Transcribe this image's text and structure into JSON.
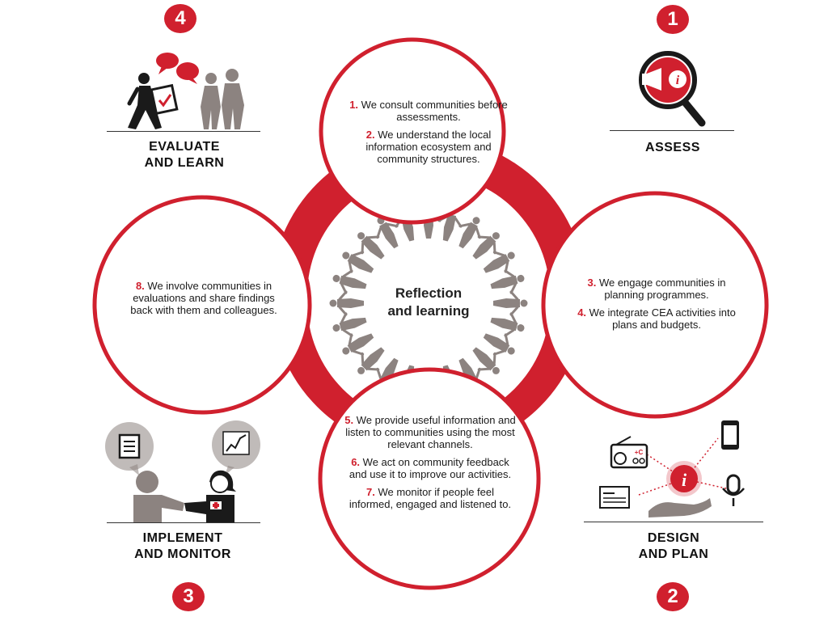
{
  "colors": {
    "accent": "#d0202e",
    "figure_gray": "#8c8380",
    "dark": "#1a1a1a"
  },
  "center": {
    "line1": "Reflection",
    "line2": "and learning"
  },
  "stages": {
    "assess": {
      "number": "1",
      "label": "ASSESS"
    },
    "design": {
      "number": "2",
      "label_line1": "DESIGN",
      "label_line2": "AND PLAN"
    },
    "implement": {
      "number": "3",
      "label_line1": "IMPLEMENT",
      "label_line2": "AND MONITOR"
    },
    "evaluate": {
      "number": "4",
      "label_line1": "EVALUATE",
      "label_line2": "AND LEARN"
    }
  },
  "commitments": {
    "c1": {
      "num": "1.",
      "text": "We consult communities before assessments."
    },
    "c2": {
      "num": "2.",
      "text": "We understand the local information ecosystem and community structures."
    },
    "c3": {
      "num": "3.",
      "text": "We engage communities in planning programmes."
    },
    "c4": {
      "num": "4.",
      "text": "We integrate CEA activities into plans and budgets."
    },
    "c5": {
      "num": "5.",
      "text": "We provide useful information and listen to communities using the most relevant channels."
    },
    "c6": {
      "num": "6.",
      "text": "We act on community feedback and use it to improve our activities."
    },
    "c7": {
      "num": "7.",
      "text": "We monitor if people feel informed, engaged and listened to."
    },
    "c8": {
      "num": "8.",
      "text": "We involve communities in evaluations and share findings back with them and colleagues."
    }
  },
  "icons": {
    "assess": "magnifier-info-icon",
    "design": "channels-hand-info-icon",
    "implement": "handshake-icon",
    "evaluate": "evaluate-people-icon"
  }
}
